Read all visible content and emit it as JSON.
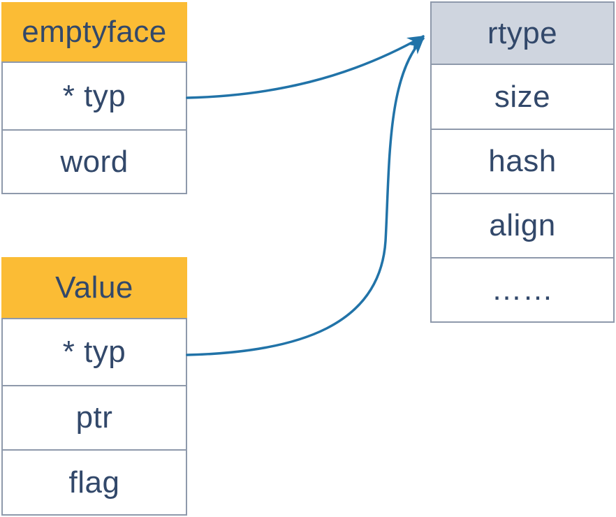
{
  "colors": {
    "canvas-bg": "#FFFFFF",
    "header-orange": "#FBBC35",
    "header-gray": "#CFD5DF",
    "cell-bg": "#FFFFFF",
    "border": "#8E99AB",
    "text": "#32486A",
    "arrow": "#2173A8"
  },
  "tables": {
    "emptyface": {
      "title": "emptyface",
      "fields": [
        "* typ",
        "word"
      ]
    },
    "value": {
      "title": "Value",
      "fields": [
        "* typ",
        "ptr",
        "flag"
      ]
    },
    "rtype": {
      "title": "rtype",
      "fields": [
        "size",
        "hash",
        "align",
        "……"
      ]
    }
  },
  "arrows": [
    {
      "from": "emptyface field * typ",
      "to": "rtype header"
    },
    {
      "from": "Value field * typ",
      "to": "rtype header"
    }
  ]
}
